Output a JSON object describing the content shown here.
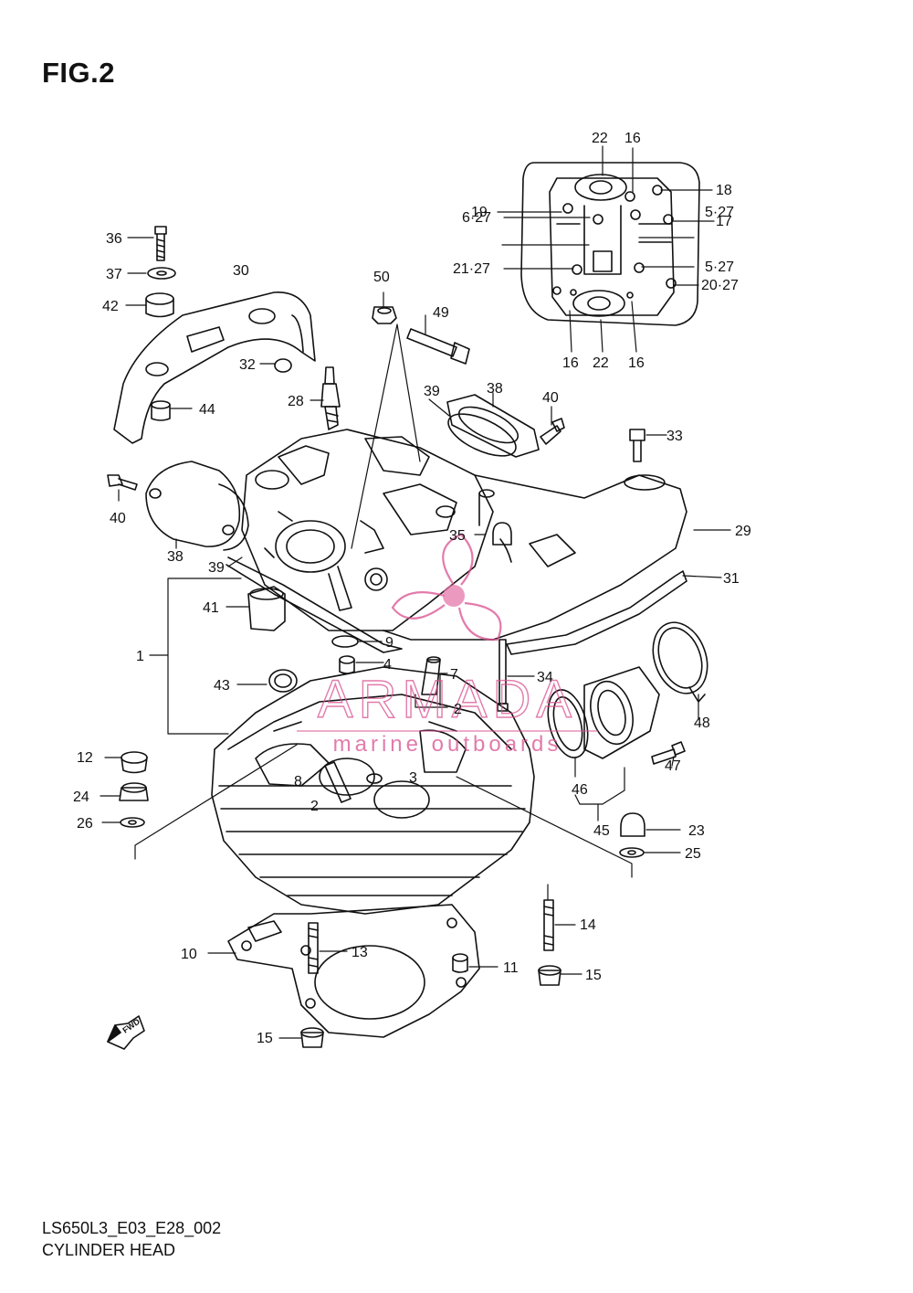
{
  "figure": {
    "title": "FIG.2",
    "code": "LS650L3_E03_E28_002",
    "name": "CYLINDER HEAD"
  },
  "watermark": {
    "brand": "ARMADA",
    "tagline": "marine outboards",
    "color": "#d94f8f"
  },
  "direction_marker": "FWD",
  "callouts": [
    "1",
    "2",
    "2",
    "3",
    "4",
    "5·27",
    "5·27",
    "6·27",
    "7",
    "8",
    "9",
    "10",
    "11",
    "12",
    "13",
    "14",
    "15",
    "15",
    "16",
    "16",
    "16",
    "17",
    "18",
    "19",
    "20·27",
    "21·27",
    "22",
    "22",
    "23",
    "24",
    "25",
    "26",
    "28",
    "29",
    "30",
    "31",
    "32",
    "33",
    "34",
    "35",
    "36",
    "37",
    "38",
    "38",
    "39",
    "39",
    "40",
    "40",
    "41",
    "42",
    "43",
    "44",
    "45",
    "46",
    "47",
    "48",
    "49",
    "50"
  ]
}
